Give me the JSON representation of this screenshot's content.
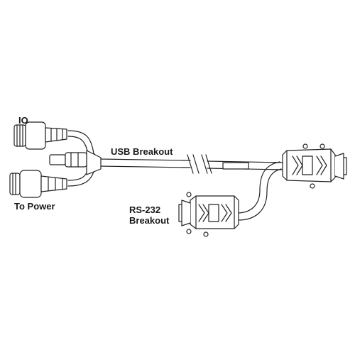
{
  "labels": {
    "io": "IO",
    "usb": "USB Breakout",
    "power": "To Power",
    "rs232_line1": "RS-232",
    "rs232_line2": "Breakout"
  },
  "colors": {
    "stroke": "#222222",
    "fill": "#ffffff",
    "background": "#ffffff"
  }
}
